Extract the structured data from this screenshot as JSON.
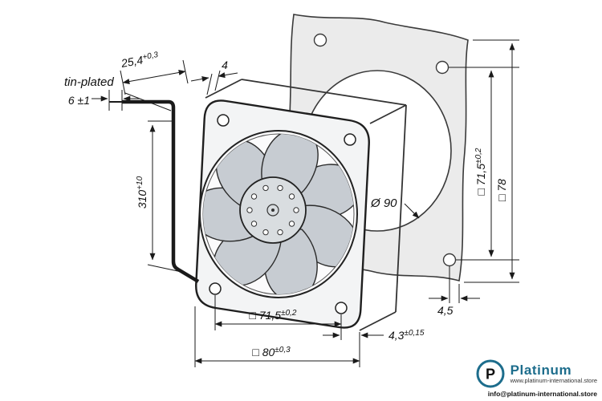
{
  "drawing": {
    "tin_plated": "tin-plated",
    "dims": {
      "depth": {
        "value": "25,4",
        "tol": "+0,3"
      },
      "flange": {
        "value": "4"
      },
      "lead_tip": {
        "value": "6 ±1"
      },
      "lead_length": {
        "value": "310",
        "tol": "+10"
      },
      "hole_pitch_bottom": {
        "value": "□ 71,5",
        "tol": "±0,2"
      },
      "outer_size": {
        "value": "□ 80",
        "tol": "±0,3"
      },
      "hole_offset": {
        "value": "4,3",
        "tol": "±0,15"
      },
      "gasket_hole_offset": {
        "value": "4,5"
      },
      "gasket_bore": {
        "value": "Ø 90"
      },
      "hole_pitch_right": {
        "value": "□ 71,5",
        "tol": "±0,2"
      },
      "gasket_outer": {
        "value": "□ 78"
      }
    },
    "line_color": "#1a1a1a"
  },
  "logo": {
    "brand": "Platinum",
    "initial": "P",
    "website": "www.platinum-international.store",
    "email": "info@platinum-international.store",
    "accent": "#1d6d8c"
  }
}
